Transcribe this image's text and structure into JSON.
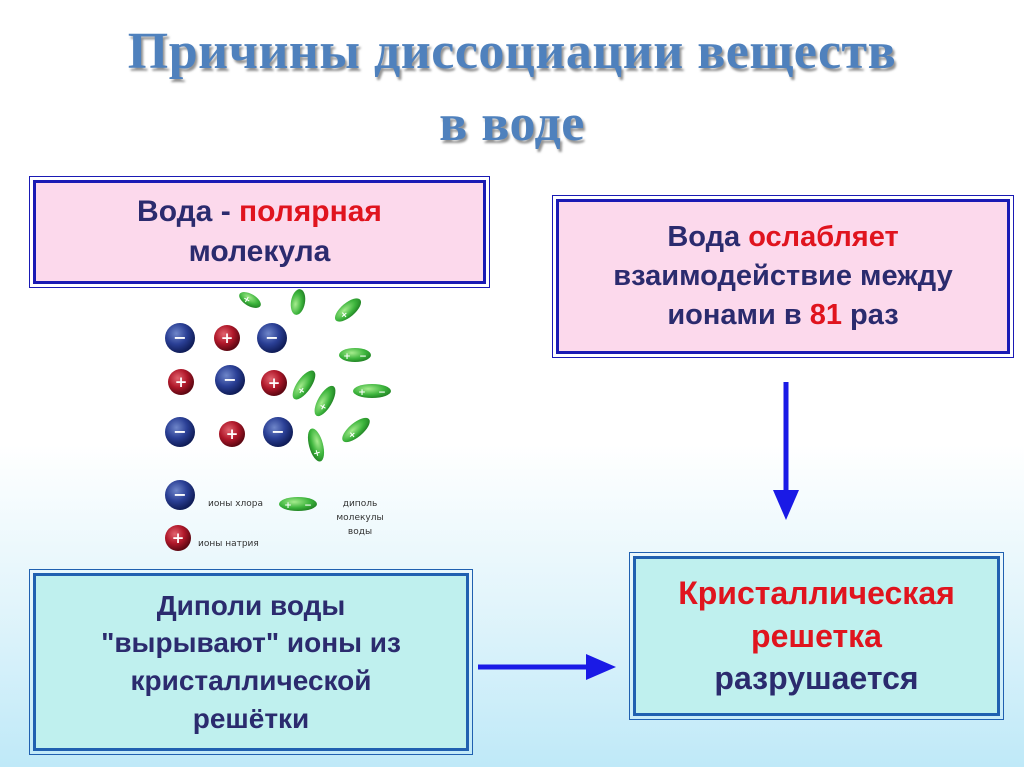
{
  "title": {
    "line1": "Причины диссоциации веществ",
    "line2": "в воде"
  },
  "box_polar": {
    "part1": "Вода - ",
    "part2": "полярная",
    "part3": "молекула"
  },
  "box_weakens": {
    "part1": "Вода ",
    "part2": "ослабляет",
    "part3": "взаимодействие между",
    "part4": "ионами в ",
    "part5": "81",
    "part6": " раз"
  },
  "box_dipoles": {
    "line1": "Диполи воды",
    "line2": "\"вырывают\" ионы из",
    "line3": "кристаллической",
    "line4": "решётки"
  },
  "box_lattice": {
    "line1": "Кристаллическая",
    "line2": "решетка",
    "line3": "разрушается"
  },
  "diagram": {
    "minus_sign": "−",
    "plus_sign": "+",
    "legend_chlorine": "ионы хлора",
    "legend_sodium": "ионы натрия",
    "legend_dipole_1": "диполь",
    "legend_dipole_2": "молекулы",
    "legend_dipole_3": "воды"
  },
  "colors": {
    "title": "#4f81bd",
    "box_border": "#1a1ab4",
    "pink_fill": "#fcd9ec",
    "cyan_fill": "#bff0ee",
    "accent_red": "#e0141e",
    "text_dark": "#2b2b6e",
    "chlorine_ion": "#1f3a8a",
    "sodium_ion": "#b0182a",
    "water_dipole": "#3cb43c"
  },
  "icons": {
    "chlorine": "chlorine-ion-icon",
    "sodium": "sodium-ion-icon",
    "dipole": "water-dipole-icon",
    "arrow_down": "arrow-down-icon",
    "arrow_right": "arrow-right-icon"
  }
}
